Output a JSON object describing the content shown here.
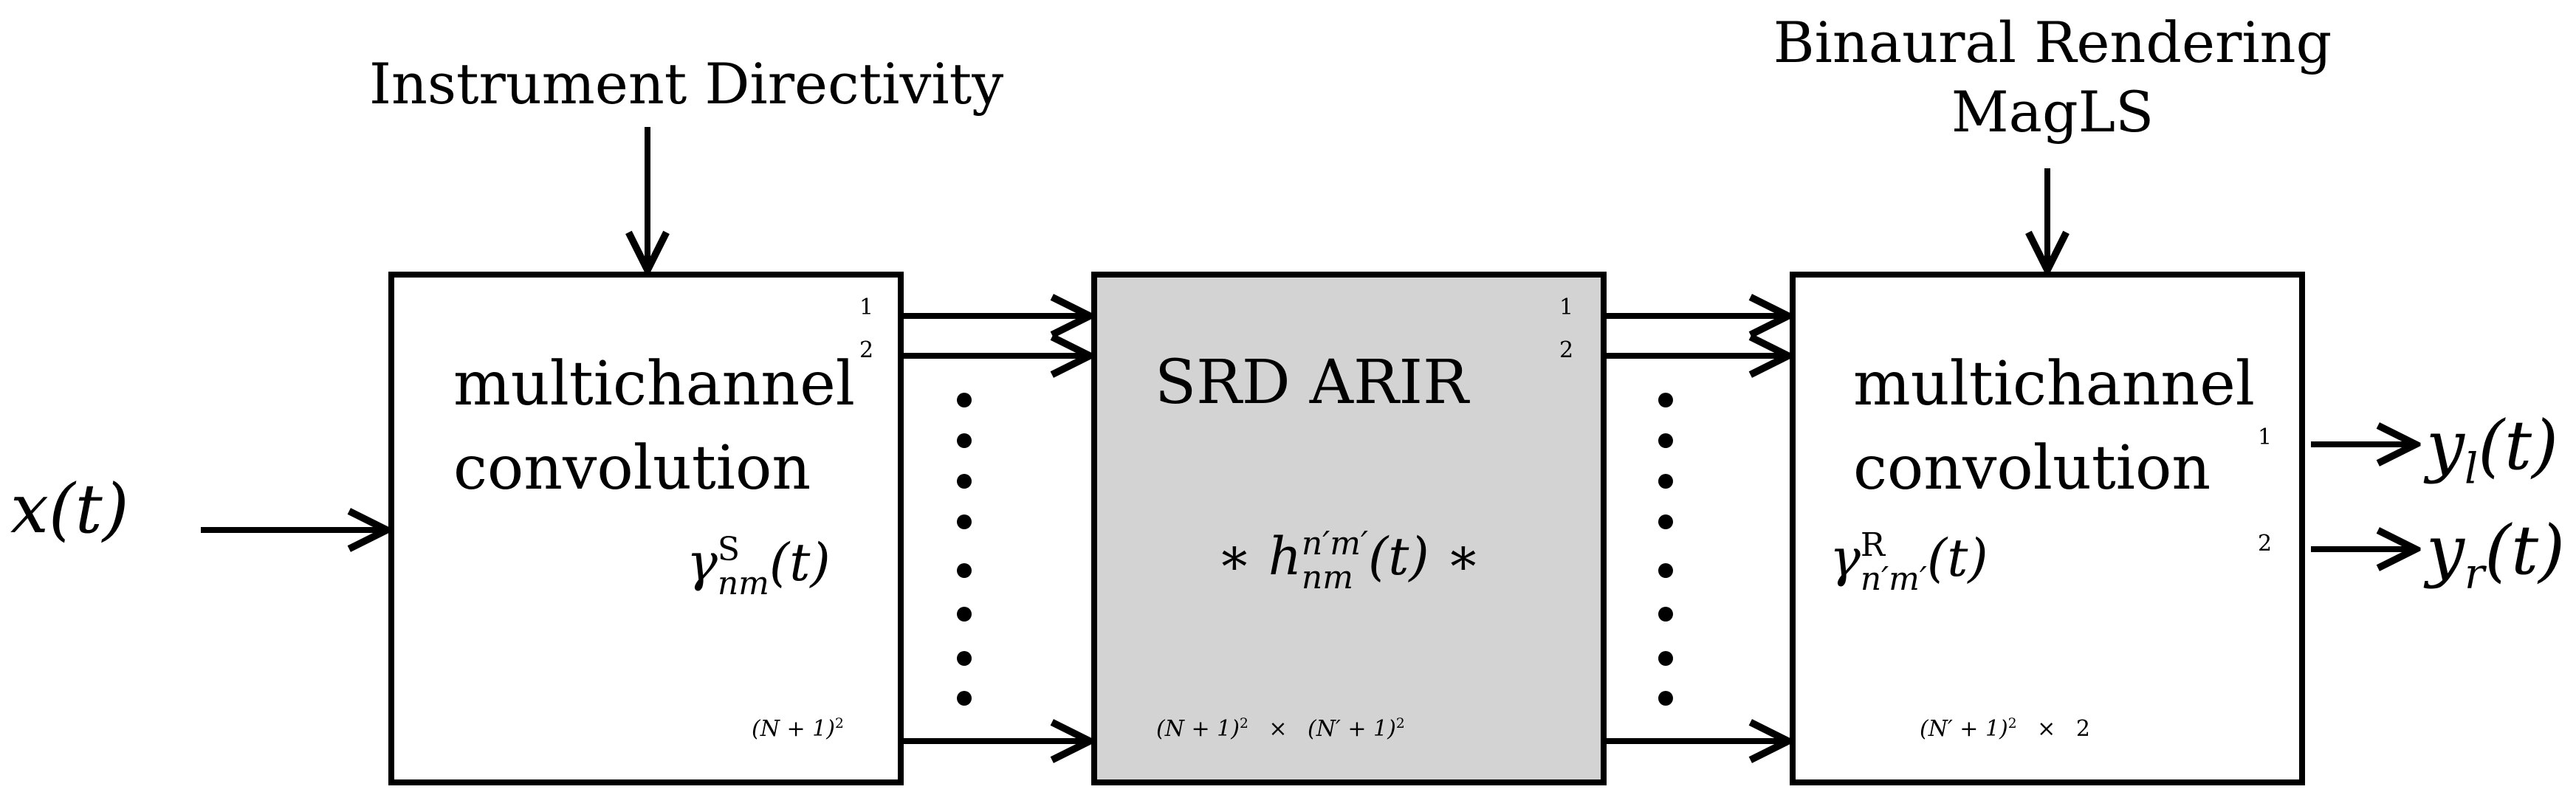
{
  "colors": {
    "stroke": "#000000",
    "box_fill": "#ffffff",
    "srd_fill": "#d3d3d3"
  },
  "inputs": {
    "instrument_directivity": "Instrument Directivity",
    "binaural_line1": "Binaural Rendering",
    "binaural_line2": "MagLS"
  },
  "signals": {
    "x": "x(t)",
    "yl": "y",
    "yl_sub": "l",
    "yl_tail": "(t)",
    "yr": "y",
    "yr_sub": "r",
    "yr_tail": "(t)"
  },
  "blocks": {
    "source": {
      "line1": "multichannel",
      "line2": "convolution",
      "sym": "γ",
      "sym_sup": "S",
      "sym_sub": "nm",
      "sym_tail": "(t)",
      "port1": "1",
      "port2": "2",
      "port_last": "(N + 1)",
      "port_last_sup": "2"
    },
    "srd": {
      "title": "SRD ARIR",
      "sym_pre": "∗ h",
      "sym_sup": "n′m′",
      "sym_sub": "nm",
      "sym_tail": "(t) ∗",
      "port1": "1",
      "port2": "2",
      "dims_a": "(N + 1)",
      "dims_a_sup": "2",
      "dims_x": "×",
      "dims_b": "(N′ + 1)",
      "dims_b_sup": "2"
    },
    "receiver": {
      "line1": "multichannel",
      "line2": "convolution",
      "sym": "γ",
      "sym_sup": "R",
      "sym_sub": "n′m′",
      "sym_tail": "(t)",
      "port1": "1",
      "port2": "2",
      "dims_a": "(N′ + 1)",
      "dims_a_sup": "2",
      "dims_x": "×",
      "dims_b": "2"
    }
  }
}
